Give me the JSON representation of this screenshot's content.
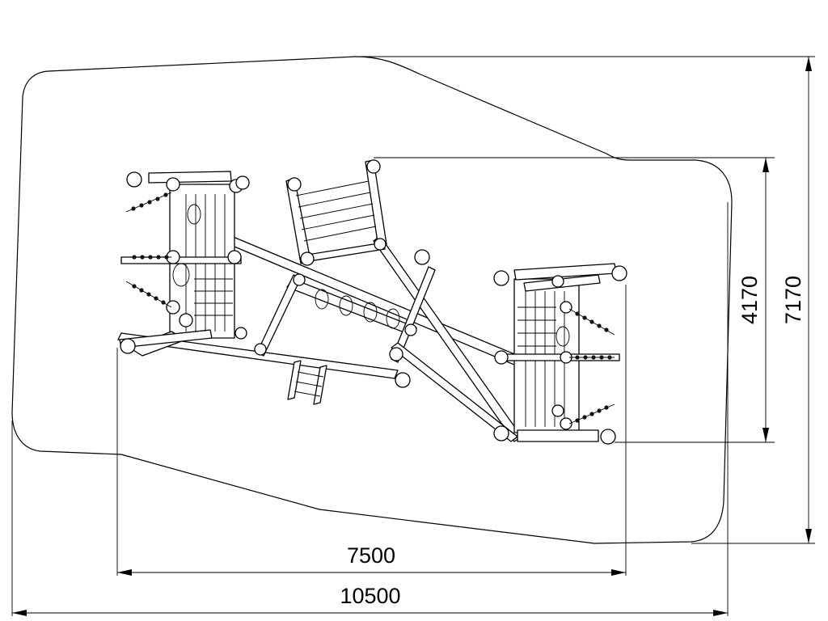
{
  "dimensions": {
    "inner_width": "7500",
    "outer_width": "10500",
    "inner_height": "4170",
    "outer_height": "7170"
  },
  "colors": {
    "line": "#000000",
    "background": "#ffffff"
  }
}
